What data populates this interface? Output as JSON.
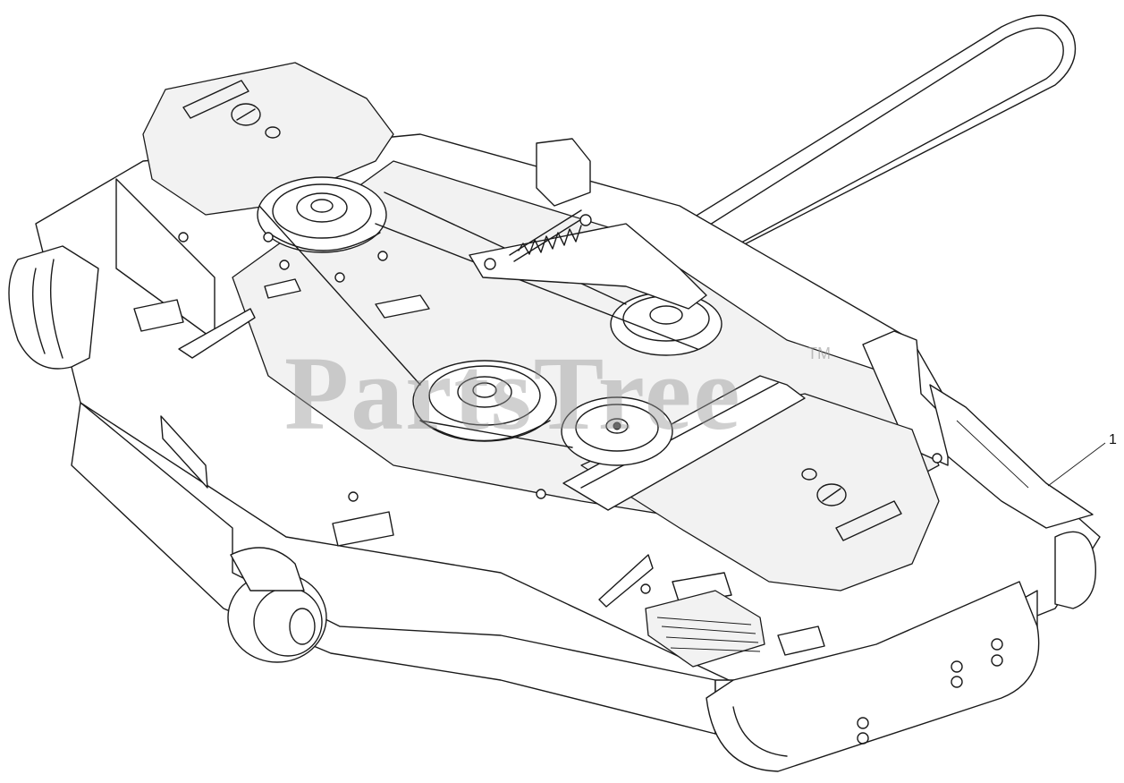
{
  "diagram": {
    "callouts": [
      {
        "label": "1",
        "part": "mower-deck"
      }
    ],
    "watermark": {
      "text": "PartsTree",
      "trademark": "TM"
    }
  },
  "colors": {
    "line": "#1a1a1a",
    "watermark": "#969696",
    "background": "#ffffff"
  }
}
